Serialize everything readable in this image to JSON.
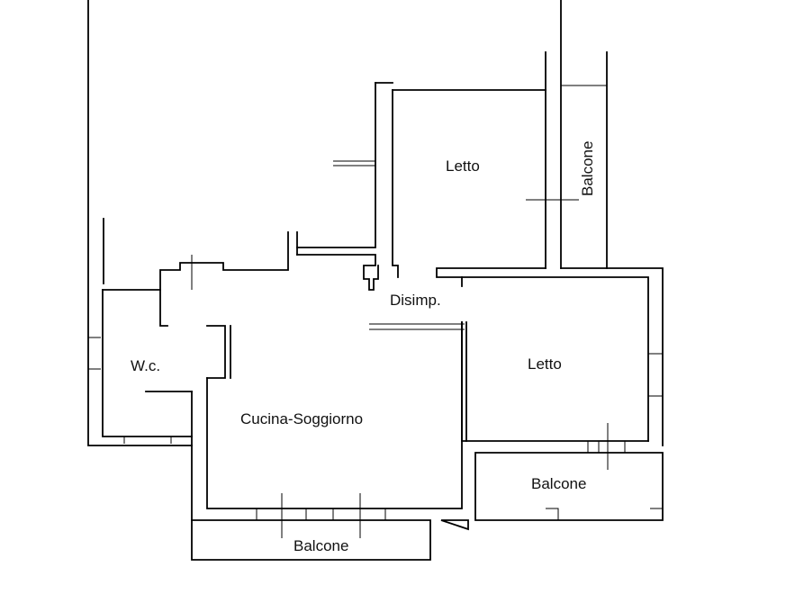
{
  "rooms": {
    "letto_top": "Letto",
    "balcone_right": "Balcone",
    "disimpegno": "Disimp.",
    "letto_right": "Letto",
    "wc": "W.c.",
    "cucina_soggiorno": "Cucina-Soggiorno",
    "balcone_lower_right": "Balcone",
    "balcone_bottom": "Balcone"
  },
  "colors": {
    "ink": "#000000",
    "background": "#ffffff"
  }
}
